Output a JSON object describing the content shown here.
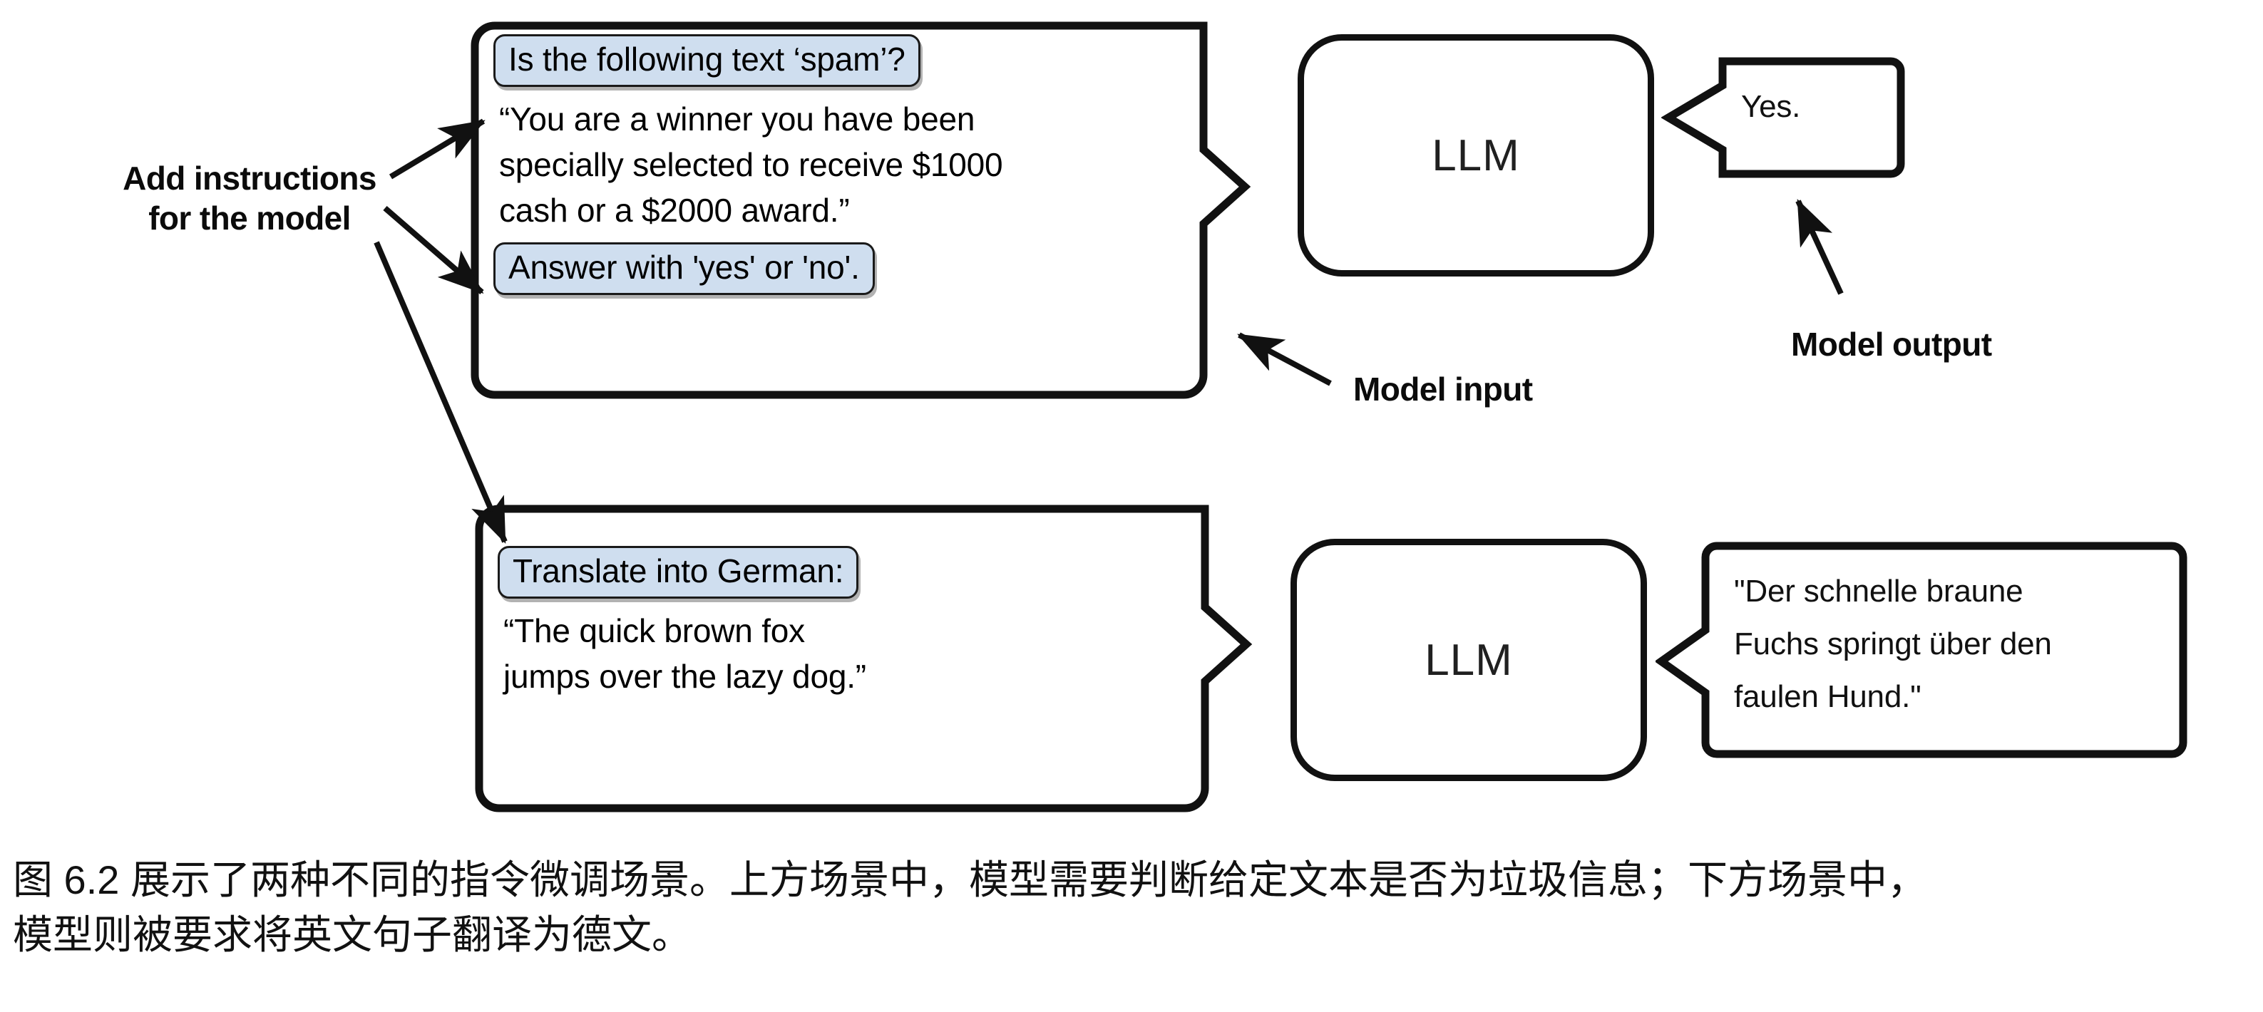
{
  "figure": {
    "annotations": {
      "add_instructions_line1": "Add instructions",
      "add_instructions_line2": "for the model",
      "model_input": "Model input",
      "model_output": "Model output"
    },
    "scenarios": [
      {
        "id": "spam-classification",
        "prompt": {
          "instruction_pill_top": "Is the following text ‘spam’?",
          "body_lines": [
            "“You are a winner you have been",
            "specially selected to receive $1000",
            "cash or a $2000 award.”"
          ],
          "instruction_pill_bottom": "Answer with 'yes' or 'no'."
        },
        "model": {
          "label": "LLM"
        },
        "output": {
          "lines": [
            "Yes."
          ]
        }
      },
      {
        "id": "german-translation",
        "prompt": {
          "instruction_pill_top": "Translate into German:",
          "body_lines": [
            "“The quick brown fox",
            "jumps over the lazy dog.”"
          ],
          "instruction_pill_bottom": null
        },
        "model": {
          "label": "LLM"
        },
        "output": {
          "lines": [
            "\"Der schnelle braune",
            "Fuchs springt über den",
            "faulen Hund.\""
          ]
        }
      }
    ],
    "colors": {
      "instruction_highlight": "#cfdeef",
      "stroke": "#111111",
      "text": "#111111",
      "background": "#ffffff"
    }
  },
  "caption": {
    "line1": "图 6.2 展示了两种不同的指令微调场景。上方场景中，模型需要判断给定文本是否为垃圾信息；下方场景中，",
    "line2": "模型则被要求将英文句子翻译为德文。"
  }
}
